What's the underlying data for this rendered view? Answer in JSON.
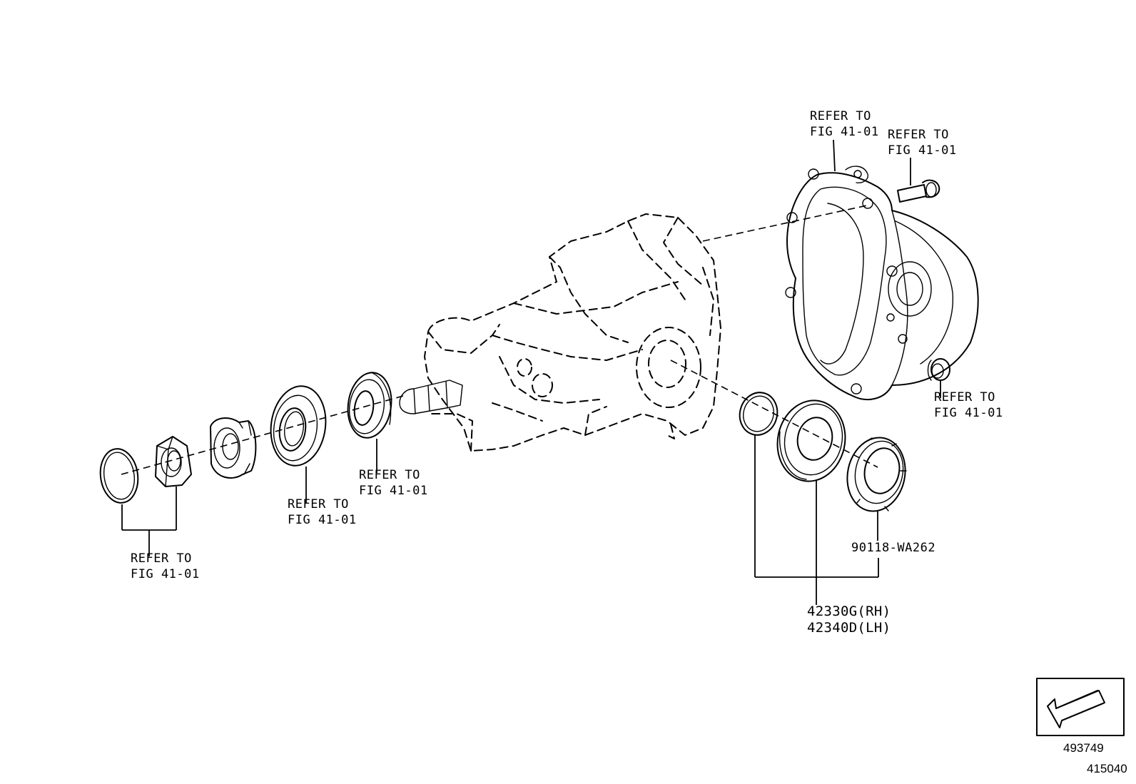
{
  "labels": {
    "refer_top_left_line1": "REFER TO",
    "refer_top_left_line2": "FIG 41-01",
    "refer_top_right_line1": "REFER TO",
    "refer_top_right_line2": "FIG 41-01",
    "refer_plug_line1": "REFER TO",
    "refer_plug_line2": "FIG 41-01",
    "refer_seal_line1": "REFER TO",
    "refer_seal_line2": "FIG 41-01",
    "refer_bearing_line1": "REFER TO",
    "refer_bearing_line2": "FIG 41-01",
    "refer_left_group_line1": "REFER TO",
    "refer_left_group_line2": "FIG 41-01"
  },
  "parts": {
    "nut_part_number": "90118-WA262",
    "bearing_part_rh": "42330G(RH)",
    "bearing_part_lh": "42340D(LH)"
  },
  "reference": {
    "image_number": "493749",
    "page_code": "415040"
  },
  "icons": {
    "direction_arrow": "front-direction-arrow-icon"
  }
}
